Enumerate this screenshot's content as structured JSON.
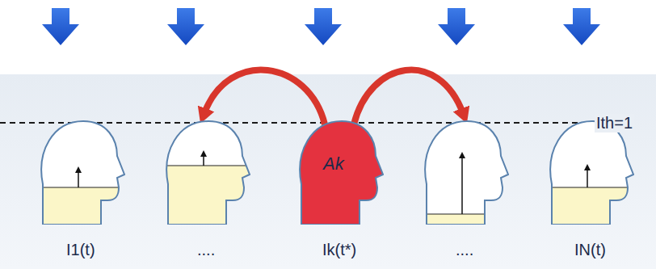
{
  "diagram": {
    "nodes": [
      {
        "text": [
          "I1(t)"
        ]
      },
      {
        "text": [
          "...."
        ]
      },
      {
        "text": [
          "Ak",
          "Ik(t*)"
        ]
      },
      {
        "text": [
          "...."
        ]
      },
      {
        "text": [
          "IN(t)"
        ]
      }
    ],
    "edges": [
      {
        "from": 2,
        "to": 1,
        "arrow": "to"
      },
      {
        "from": 2,
        "to": 3,
        "arrow": "to"
      }
    ],
    "labels": [
      "Ith=1"
    ]
  }
}
